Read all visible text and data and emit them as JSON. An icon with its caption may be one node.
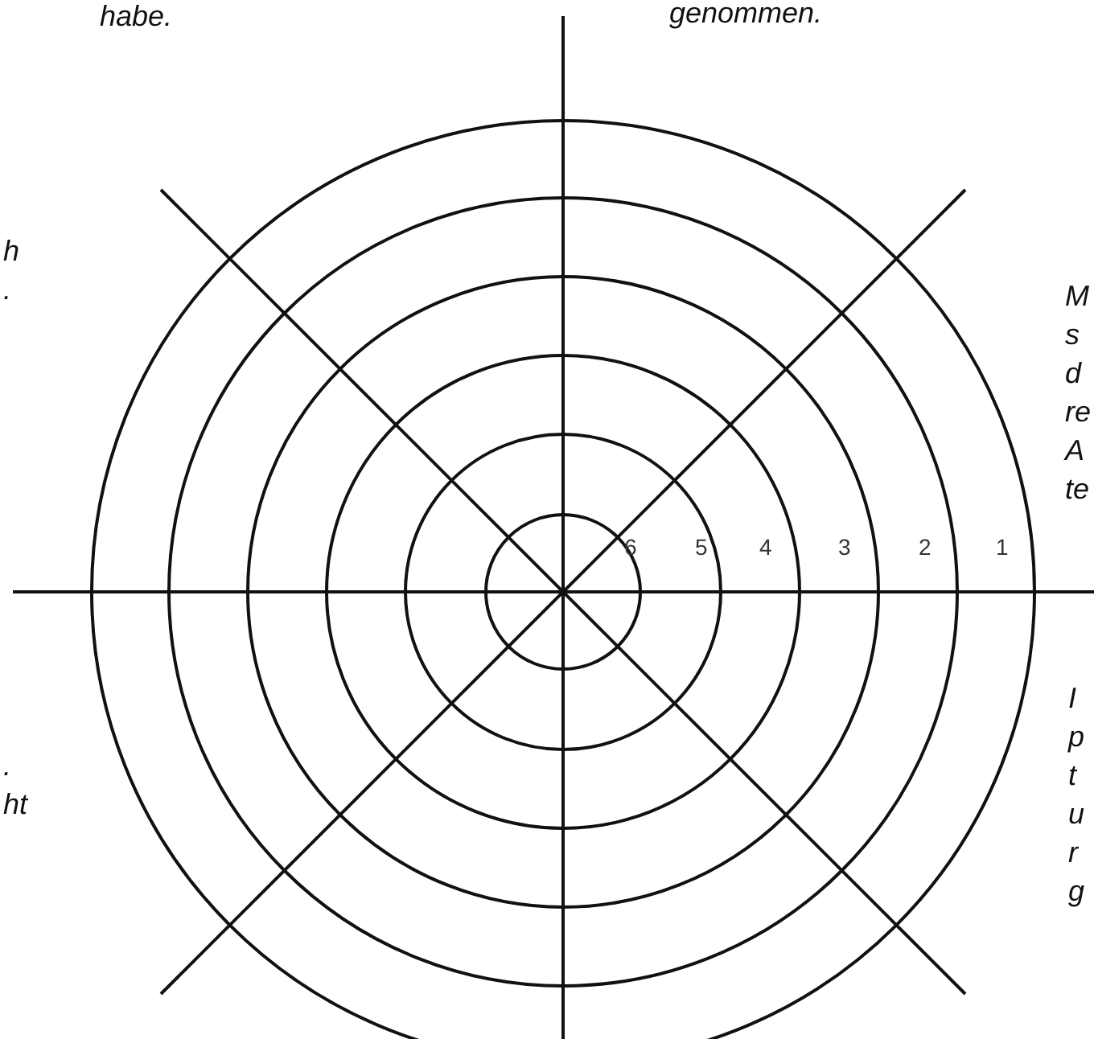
{
  "diagram": {
    "labels": [
      "habe.",
      "genommen.",
      "h .",
      "M s d re A te",
      ". ht",
      "I p t u r g",
      "6",
      "5",
      "4",
      "3",
      "2",
      "1"
    ]
  }
}
